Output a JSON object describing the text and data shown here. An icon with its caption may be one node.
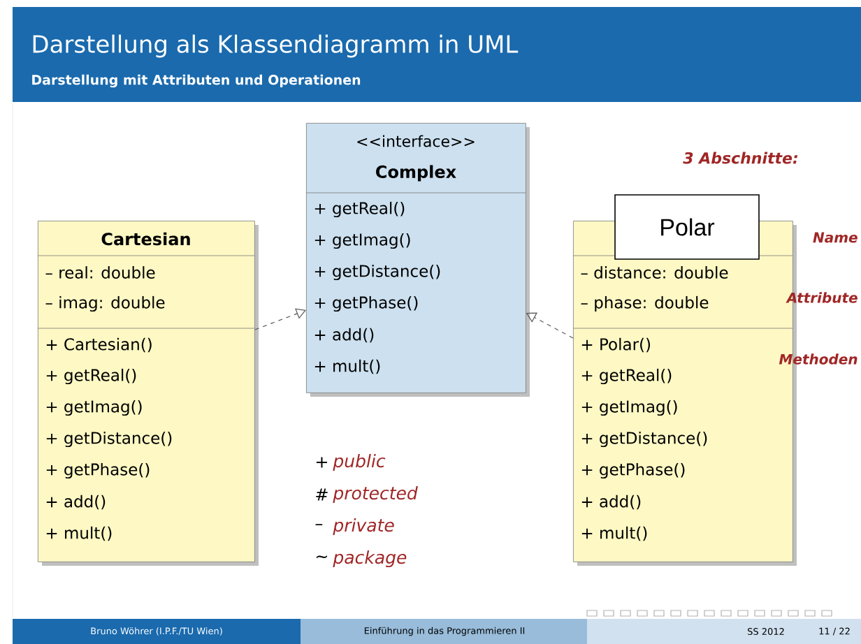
{
  "diagram": {
    "title": "Darstellung als Klassendiagramm in UML",
    "nodes": [
      {
        "text": [
          "Cartesian",
          "– real: double",
          "– imag: double",
          "+ Cartesian()",
          "+ getReal()",
          "+ getImag()",
          "+ getDistance()",
          "+ getPhase()",
          "+ add()",
          "+ mult()"
        ]
      },
      {
        "text": [
          "<<interface>>",
          "Complex",
          "+ getReal()",
          "+ getImag()",
          "+ getDistance()",
          "+ getPhase()",
          "+ add()",
          "+ mult()"
        ]
      },
      {
        "text": [
          "– distance: double",
          "– phase: double",
          "+ Polar()",
          "+ getReal()",
          "+ getImag()",
          "+ getDistance()",
          "+ getPhase()",
          "+ add()",
          "+ mult()"
        ]
      },
      {
        "text": [
          "Polar"
        ]
      }
    ],
    "edges": [
      {
        "from": 0,
        "to": 1,
        "arrow": "to",
        "style": "dashed"
      },
      {
        "from": 2,
        "to": 1,
        "arrow": "to",
        "style": "dashed"
      }
    ],
    "labels": [
      "Darstellung mit Attributen und Operationen",
      "3 Abschnitte:",
      "Name",
      "Attribute",
      "Methoden",
      "+",
      "public",
      "#",
      "protected",
      "–",
      "private",
      "~",
      "package",
      "Bruno Wöhrer (I.P.F./TU Wien)",
      "Einführung in das Programmieren II",
      "SS 2012",
      "11 / 22"
    ]
  }
}
